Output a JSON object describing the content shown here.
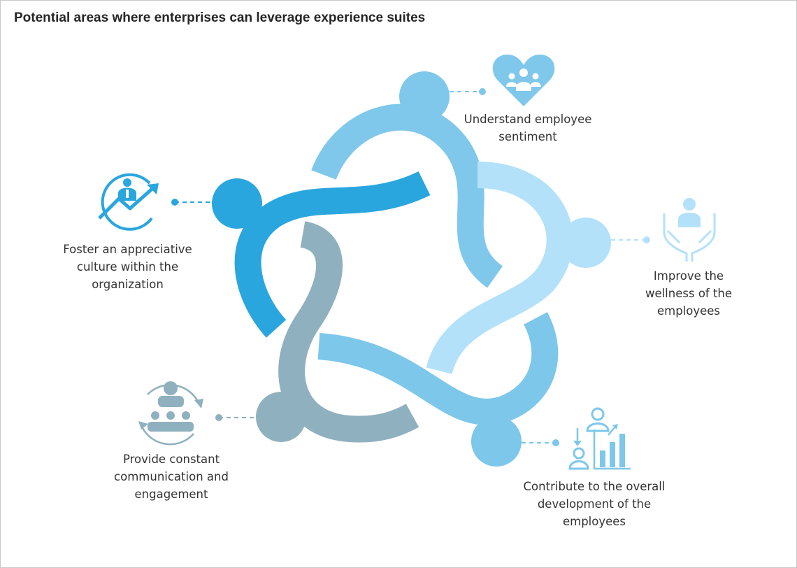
{
  "title": "Potential areas where enterprises can leverage experience suites",
  "colors": {
    "light_blue": "#7fc8eb",
    "pale_blue": "#b3e1fa",
    "bright_blue": "#29a6de",
    "gray_blue": "#8fb0bf",
    "sky_blue": "#7dc7ea"
  },
  "items": [
    {
      "text": "Understand employee sentiment",
      "icon": "heart-people-icon"
    },
    {
      "text": "Foster an appreciative culture within the organization",
      "icon": "growth-arrow-icon"
    },
    {
      "text": "Improve the wellness of the employees",
      "icon": "caring-hands-icon"
    },
    {
      "text": "Provide constant communication and engagement",
      "icon": "team-meeting-icon"
    },
    {
      "text": "Contribute to the overall development of the employees",
      "icon": "development-chart-icon"
    }
  ]
}
